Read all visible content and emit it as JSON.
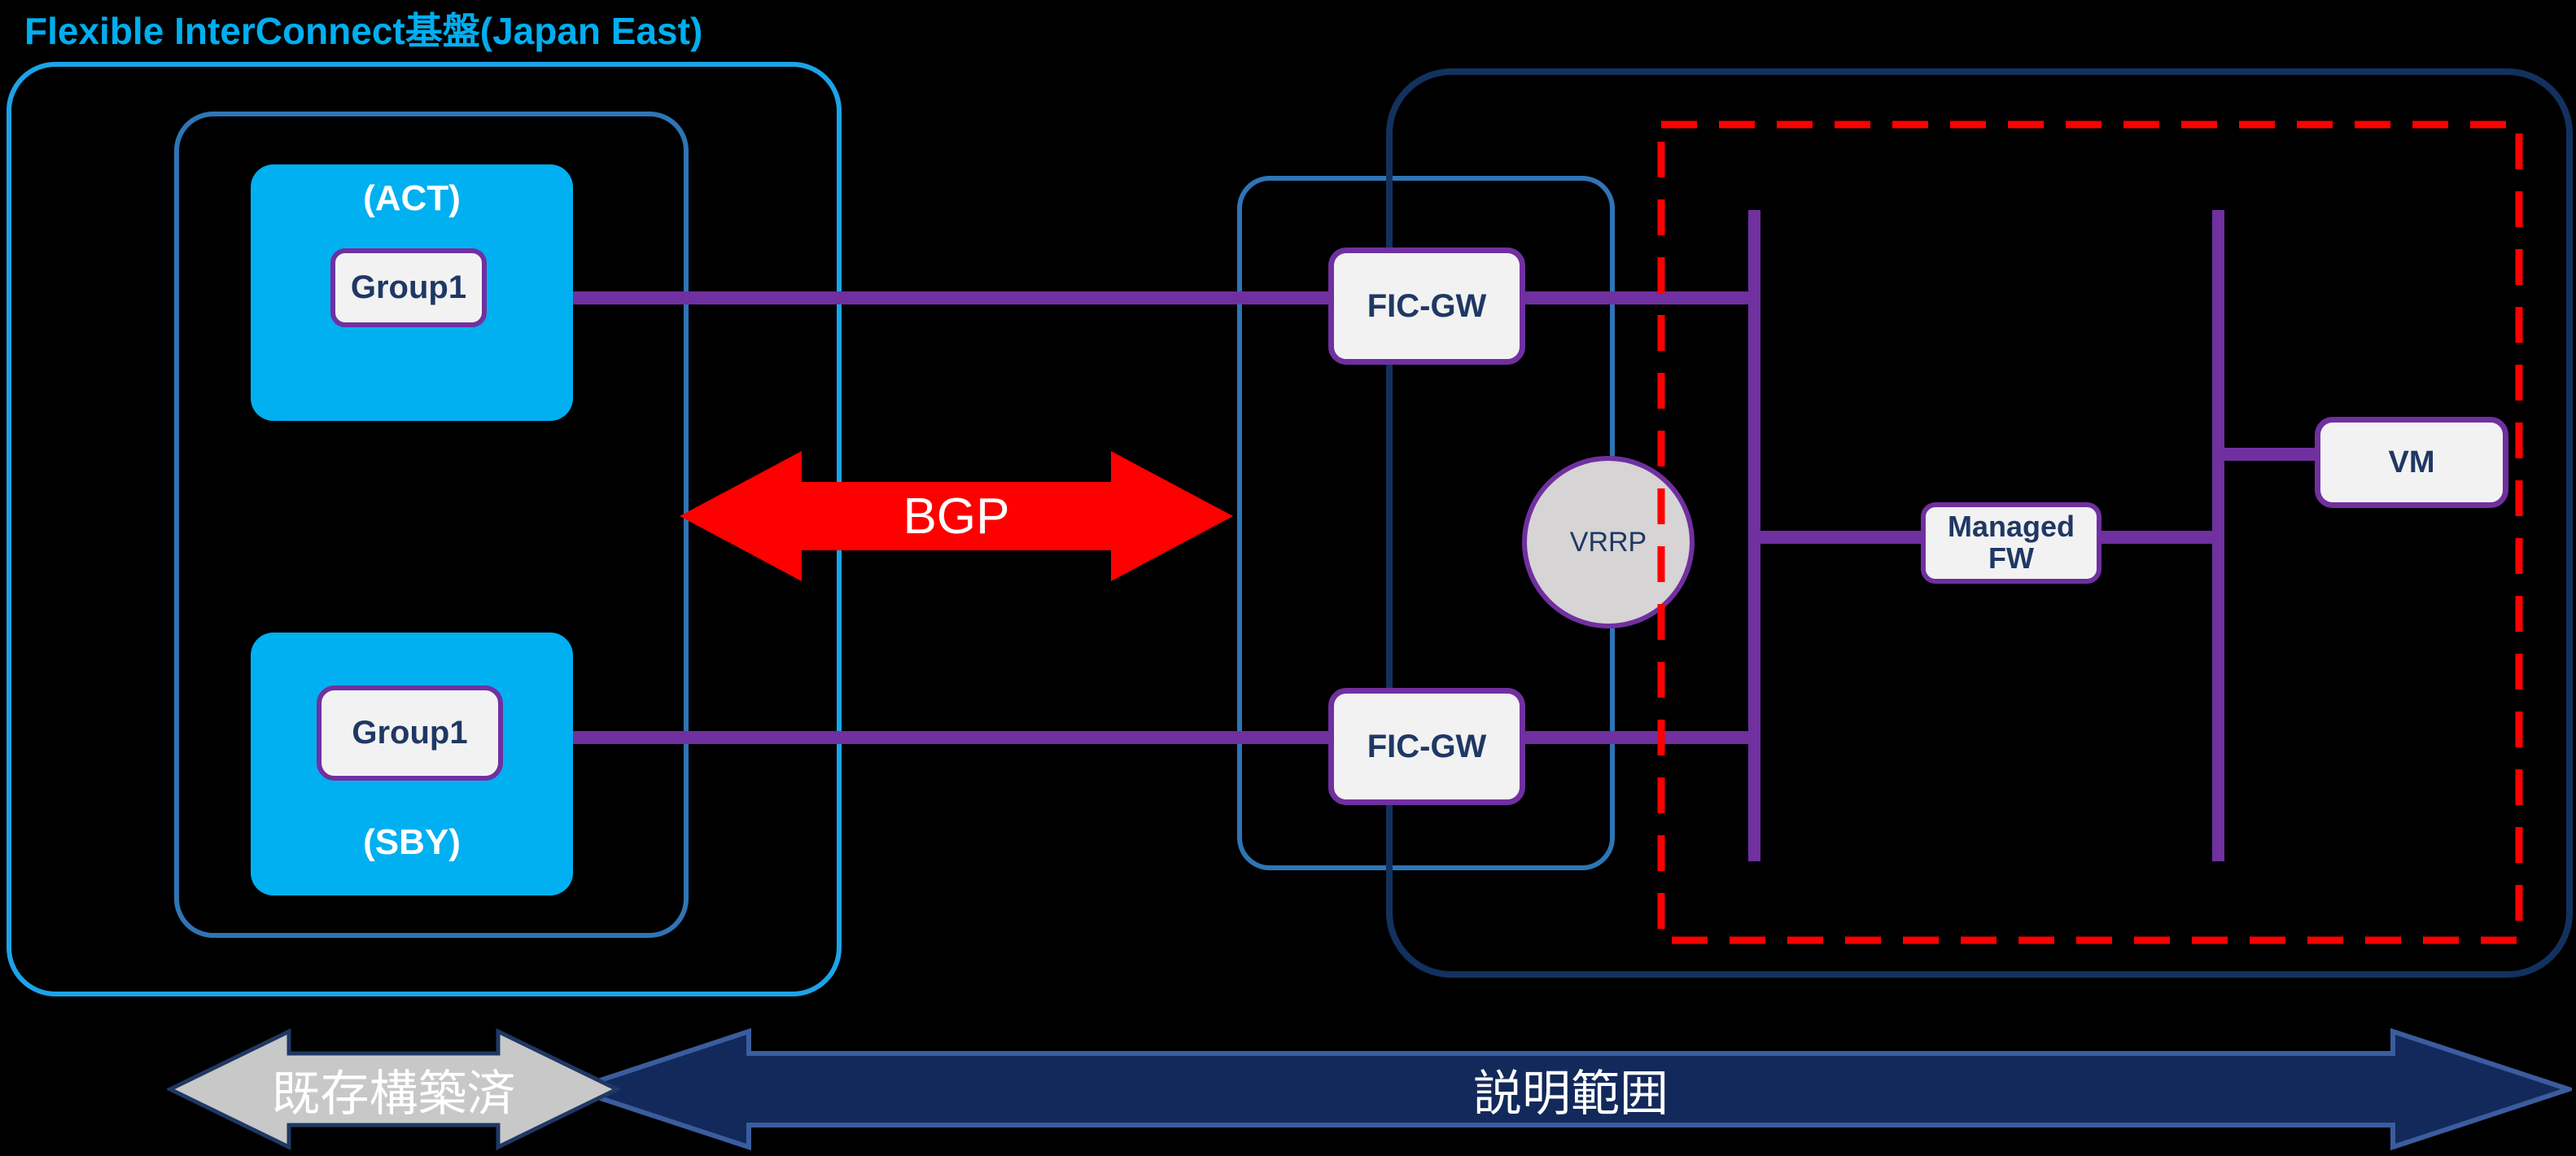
{
  "title": "Flexible InterConnect基盤(Japan East)",
  "colors": {
    "background": "#000000",
    "title": "#00AEEF",
    "node_cyan": "#00B0F0",
    "outer_border": "#1CA3E8",
    "steel_border": "#2E75B6",
    "navy_border": "#12315F",
    "purple": "#7030A0",
    "red": "#FF0000",
    "white_box_fill": "#F2F2F2",
    "white_box_border": "#7030A0",
    "navy_text": "#1F3864",
    "vrrp_fill": "#D6D4D4",
    "gray_arrow_fill": "#C8C8C8",
    "gray_arrow_border": "#1F3864",
    "navy_arrow_fill": "#13295B",
    "navy_arrow_border": "#3A5D9E"
  },
  "left_zone": {
    "act_label": "(ACT)",
    "act_group_label": "Group1",
    "sby_label": "(SBY)",
    "sby_group_label": "Group1"
  },
  "gateway_zone": {
    "fic_gw_top_label": "FIC-GW",
    "fic_gw_bottom_label": "FIC-GW",
    "vrrp_label": "VRRP"
  },
  "service_zone": {
    "managed_fw_label": "Managed FW",
    "vm_label": "VM"
  },
  "annotations": {
    "bgp_label": "BGP",
    "existing_label": "既存構築済",
    "scope_label": "説明範囲"
  }
}
